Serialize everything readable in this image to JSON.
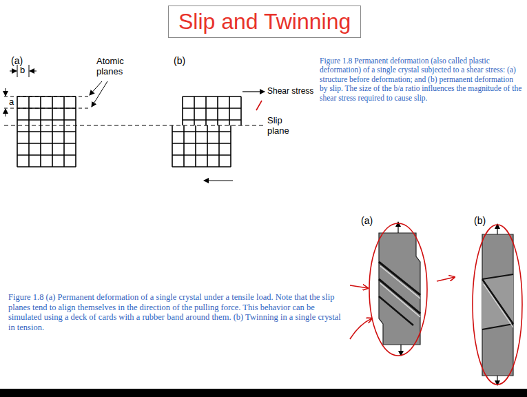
{
  "diagram": {
    "title": "Slip and Twinning",
    "labels": [
      "(a)",
      "(b)",
      "b",
      "a",
      "Atomic planes",
      "Shear stress",
      "Slip plane",
      "Figure 1.8 Permanent deformation (also called plastic deformation) of a single crystal subjected to a shear stress: (a) structure before deformation; and (b) permanent deformation by slip. The size of the b/a ratio influences the magnitude of the shear stress required to cause slip.",
      "(a)",
      "(b)",
      "Figure 1.8 (a) Permanent deformation of a single crystal under a tensile load. Note that the slip planes tend to align themselves in the direction of the pulling force. This behavior can be simulated using a deck of cards with a rubber band around them. (b) Twinning in a single crystal in tension."
    ]
  }
}
